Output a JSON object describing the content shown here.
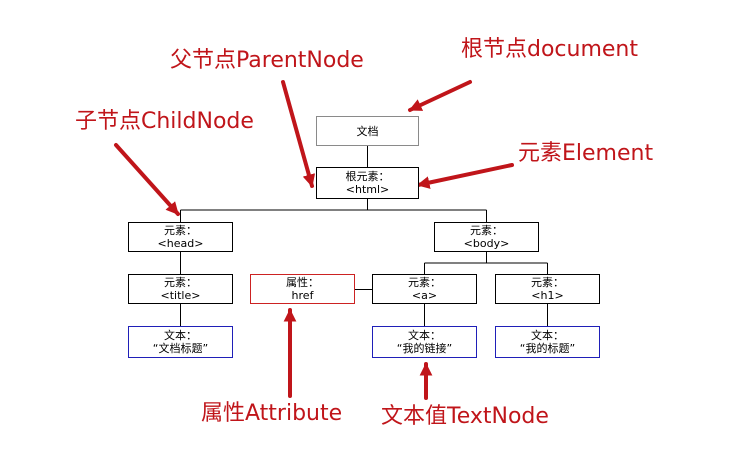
{
  "nodes": {
    "document": {
      "text": "文档"
    },
    "html": {
      "type": "根元素：",
      "tag": "<html>"
    },
    "head": {
      "type": "元素：",
      "tag": "<head>"
    },
    "body": {
      "type": "元素：",
      "tag": "<body>"
    },
    "title": {
      "type": "元素：",
      "tag": "<title>"
    },
    "attr": {
      "type": "属性：",
      "tag": "href"
    },
    "a": {
      "type": "元素：",
      "tag": "<a>"
    },
    "h1": {
      "type": "元素：",
      "tag": "<h1>"
    },
    "text_title": {
      "type": "文本：",
      "value": "“文档标题”"
    },
    "text_a": {
      "type": "文本：",
      "value": "“我的链接”"
    },
    "text_h1": {
      "type": "文本：",
      "value": "“我的标题”"
    }
  },
  "labels": {
    "parent": "父节点ParentNode",
    "root": "根节点document",
    "child": "子节点ChildNode",
    "element": "元素Element",
    "attribute": "属性Attribute",
    "textnode": "文本值TextNode"
  },
  "colors": {
    "arrow": "#c0151a",
    "text_node_border": "#1f1fb8",
    "attr_node_border": "#cc2222"
  }
}
